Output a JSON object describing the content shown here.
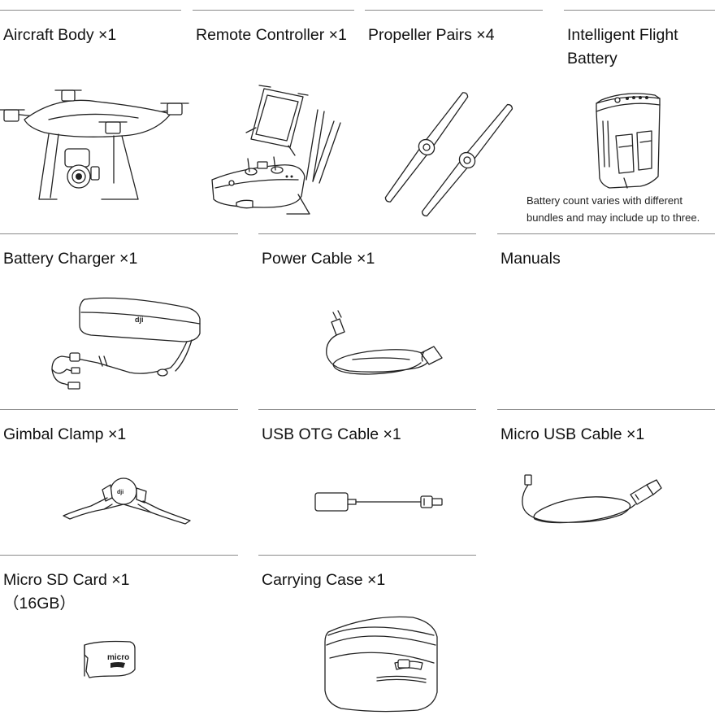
{
  "items": [
    {
      "label": "Aircraft Body ×1",
      "icon": "aircraft-body-icon"
    },
    {
      "label": "Remote Controller ×1",
      "icon": "remote-controller-icon"
    },
    {
      "label": "Propeller Pairs ×4",
      "icon": "propeller-pairs-icon"
    },
    {
      "label": "Intelligent Flight",
      "label_line2": "Battery",
      "icon": "flight-battery-icon",
      "note_line1": "Battery count varies with different",
      "note_line2": "bundles and may include up to three."
    },
    {
      "label": "Battery Charger ×1",
      "icon": "battery-charger-icon"
    },
    {
      "label": "Power Cable ×1",
      "icon": "power-cable-icon"
    },
    {
      "label": "Manuals"
    },
    {
      "label": "Gimbal Clamp ×1",
      "icon": "gimbal-clamp-icon"
    },
    {
      "label": "USB OTG Cable ×1",
      "icon": "usb-otg-cable-icon"
    },
    {
      "label": "Micro USB Cable ×1",
      "icon": "micro-usb-cable-icon"
    },
    {
      "label": "Micro SD Card ×1",
      "label_line2": "（16GB）",
      "icon": "micro-sd-card-icon",
      "card_text": "micro"
    },
    {
      "label": "Carrying Case ×1",
      "icon": "carrying-case-icon"
    }
  ]
}
